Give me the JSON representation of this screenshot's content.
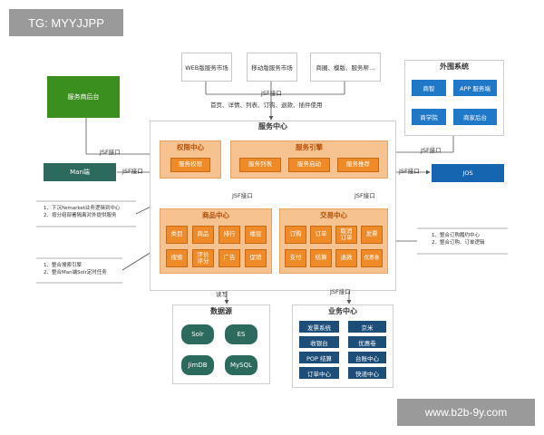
{
  "watermarks": {
    "top": "TG: MYYJJPP",
    "bottom": "www.b2b-9y.com"
  },
  "markets": [
    "WEB版服务市场",
    "移动版服务市场",
    "商圈、模版、服务帮…"
  ],
  "labels": {
    "jsf": "JSF接口",
    "jsf_ops": "首页、详情、列表、订购、退款、插件使用",
    "read_write": "读写"
  },
  "service_center": {
    "title": "服务中心",
    "auth": {
      "title": "权限中心",
      "items": [
        "服务权限"
      ]
    },
    "engine": {
      "title": "服务引擎",
      "items": [
        "服务列表",
        "服务启动",
        "服务推荐"
      ]
    },
    "goods": {
      "title": "商品中心",
      "items": [
        "类目",
        "商品",
        "排行",
        "楼层",
        "搜索",
        "评价\n评分",
        "广告",
        "促销"
      ]
    },
    "trade": {
      "title": "交易中心",
      "items": [
        "订购",
        "订单",
        "取消\n订单",
        "发票",
        "支付",
        "结算",
        "退款",
        "优惠卷"
      ]
    }
  },
  "left": {
    "service_backend": "服务商后台",
    "man_side": "Man端"
  },
  "external": {
    "title": "外围系统",
    "items": [
      "商智",
      "APP 服务端",
      "商学院",
      "商家后台"
    ],
    "jos": "JOS"
  },
  "notes": {
    "left_top": [
      "1、下沉fwmarket业务逻辑到中心",
      "2、按分组部署隔离对外提供服务"
    ],
    "left_bottom": [
      "1、整合搜索引擎",
      "2、整合Man端Solr定时任务"
    ],
    "right": [
      "1、整合订购履约中心",
      "2、整合订购、订单逻辑"
    ]
  },
  "datasource": {
    "title": "数据源",
    "items": [
      "Solr",
      "ES",
      "JimDB",
      "MySQL"
    ]
  },
  "business": {
    "title": "业务中心",
    "items": [
      "发票系统",
      "京米",
      "收银台",
      "优惠卷",
      "POP 结算",
      "台账中心",
      "订单中心",
      "快递中心"
    ]
  }
}
